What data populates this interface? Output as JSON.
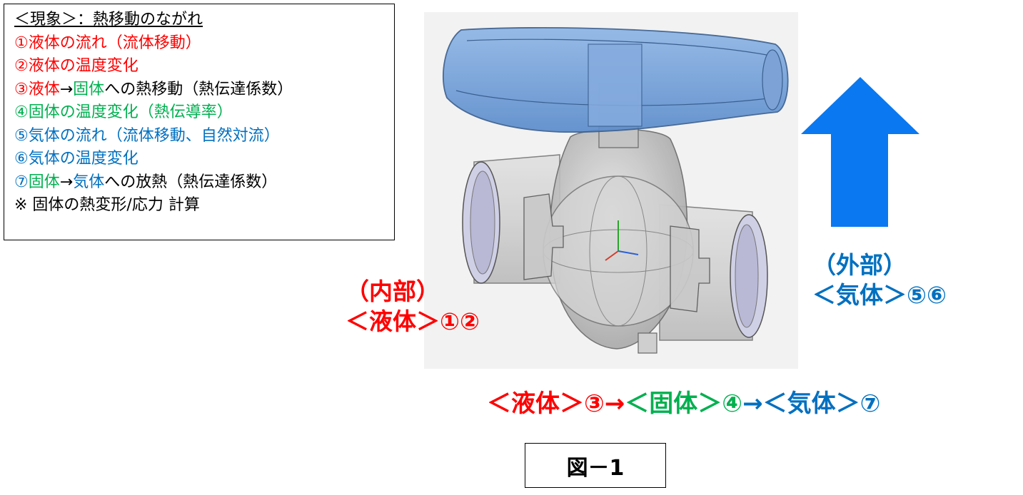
{
  "legend": {
    "title": "＜現象＞：熱移動のながれ",
    "items": [
      [
        {
          "t": "①液体の流れ（流体移動）",
          "c": "red"
        }
      ],
      [
        {
          "t": "②液体の温度変化",
          "c": "red"
        }
      ],
      [
        {
          "t": "③液体",
          "c": "red"
        },
        {
          "t": "→",
          "c": "black"
        },
        {
          "t": "固体",
          "c": "green"
        },
        {
          "t": "への熱移動（熱伝達係数）",
          "c": "black"
        }
      ],
      [
        {
          "t": "④固体の温度変化（熱伝導率）",
          "c": "green"
        }
      ],
      [
        {
          "t": "⑤気体の流れ（流体移動、自然対流）",
          "c": "blue"
        }
      ],
      [
        {
          "t": "⑥気体の温度変化",
          "c": "blue"
        }
      ],
      [
        {
          "t": "⑦",
          "c": "blue"
        },
        {
          "t": "固体",
          "c": "green"
        },
        {
          "t": "→",
          "c": "black"
        },
        {
          "t": "気体",
          "c": "blue"
        },
        {
          "t": "への放熱（熱伝達係数）",
          "c": "black"
        }
      ],
      [
        {
          "t": "※ 固体の熱変形/応力 計算",
          "c": "black"
        }
      ]
    ]
  },
  "inner": {
    "line1": "（内部）",
    "line2": "＜液体＞①②"
  },
  "outer": {
    "line1": "（外部）",
    "line2": "＜気体＞⑤⑥"
  },
  "flow": {
    "liquid": "＜液体＞③",
    "arrow1": "→",
    "solid": "＜固体＞④",
    "arrow2": "→",
    "gas": "＜気体＞⑦"
  },
  "figure_label": "図－1",
  "colors": {
    "red": "#ff0000",
    "green": "#00b050",
    "blue": "#0070c0",
    "arrow_blue": "#0a78f0",
    "handle_blue": "#6f9fd8"
  },
  "icons": {
    "arrow": "up-arrow-icon",
    "model": "ball-valve-3d-model"
  }
}
